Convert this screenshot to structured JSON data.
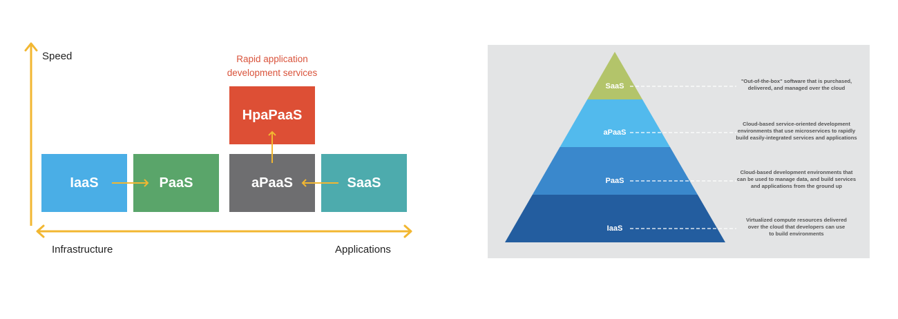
{
  "left_diagram": {
    "y_axis_label": "Speed",
    "x_axis_left_label": "Infrastructure",
    "x_axis_right_label": "Applications",
    "axis_color": "#f2b731",
    "boxes": [
      {
        "label": "IaaS",
        "color": "#4aaee6"
      },
      {
        "label": "PaaS",
        "color": "#5aa56a"
      },
      {
        "label": "aPaaS",
        "color": "#6e6e70"
      },
      {
        "label": "SaaS",
        "color": "#4dabad"
      }
    ],
    "top_box": {
      "label": "HpaPaaS",
      "color": "#dd4f35"
    },
    "top_caption_line1": "Rapid application",
    "top_caption_line2": "development services",
    "arrows": [
      {
        "from": "IaaS",
        "to": "PaaS"
      },
      {
        "from": "SaaS",
        "to": "aPaaS"
      },
      {
        "from": "aPaaS",
        "to": "HpaPaaS"
      }
    ]
  },
  "pyramid": {
    "background": "#e3e4e5",
    "tiers": [
      {
        "label": "SaaS",
        "color": "#b3c46a",
        "description": [
          "\"Out-of-the-box\" software that is purchased,",
          "delivered, and managed over the cloud"
        ]
      },
      {
        "label": "aPaaS",
        "color": "#52baed",
        "description": [
          "Cloud-based service-oriented development",
          "environments that use microservices to rapidly",
          "build easily-integrated services and applications"
        ]
      },
      {
        "label": "PaaS",
        "color": "#3a88cc",
        "description": [
          "Cloud-based development environments that",
          "can be used to manage data, and build services",
          "and applications from the ground up"
        ]
      },
      {
        "label": "IaaS",
        "color": "#235d9f",
        "description": [
          "Virtualized compute resources delivered",
          "over the cloud that developers can use",
          "to build environments"
        ]
      }
    ]
  }
}
